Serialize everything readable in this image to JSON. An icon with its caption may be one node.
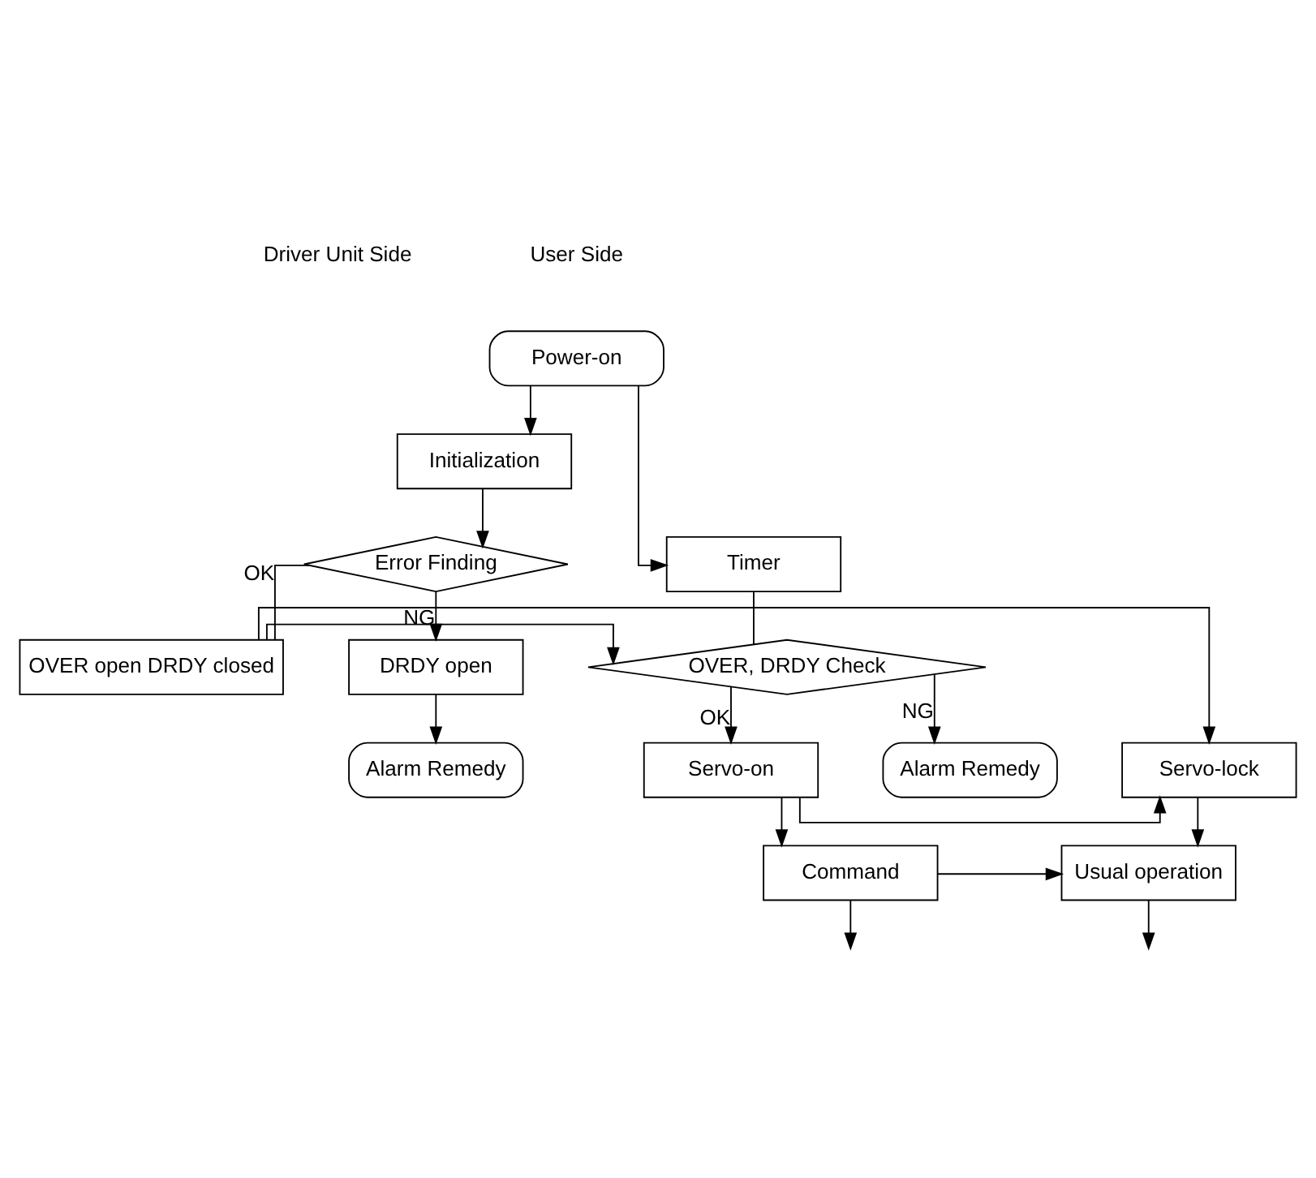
{
  "diagram": {
    "nodes": [
      {
        "text": [
          "Power-on"
        ]
      },
      {
        "text": [
          "Initialization"
        ]
      },
      {
        "text": [
          "Error Finding"
        ]
      },
      {
        "text": [
          "DRDY open"
        ]
      },
      {
        "text": [
          "Alarm Remedy"
        ]
      },
      {
        "text": [
          "OVER open DRDY closed"
        ]
      },
      {
        "text": [
          "Servo-lock"
        ]
      },
      {
        "text": [
          "Usual operation"
        ]
      },
      {
        "text": [
          "Timer"
        ]
      },
      {
        "text": [
          "OVER, DRDY Check"
        ]
      },
      {
        "text": [
          "Alarm Remedy"
        ]
      },
      {
        "text": [
          "Servo-on"
        ]
      },
      {
        "text": [
          "Command"
        ]
      }
    ],
    "edges": [
      {
        "from": 0,
        "to": 1,
        "arrow": "to"
      },
      {
        "from": 0,
        "to": 8,
        "arrow": "to"
      },
      {
        "from": 1,
        "to": 2,
        "arrow": "to"
      },
      {
        "from": 2,
        "to": 3,
        "label": "NG",
        "arrow": "to"
      },
      {
        "from": 3,
        "to": 4,
        "arrow": "to"
      },
      {
        "from": 2,
        "to": 5,
        "label": "OK",
        "arrow": "none"
      },
      {
        "from": 8,
        "to": 9,
        "arrow": "none"
      },
      {
        "from": 5,
        "to": 9,
        "arrow": "to"
      },
      {
        "from": 9,
        "to": 10,
        "label": "NG",
        "arrow": "to"
      },
      {
        "from": 9,
        "to": 11,
        "label": "OK",
        "arrow": "to"
      },
      {
        "from": 5,
        "to": 6,
        "arrow": "to"
      },
      {
        "from": 11,
        "to": 6,
        "arrow": "to"
      },
      {
        "from": 6,
        "to": 7,
        "arrow": "to"
      },
      {
        "from": 11,
        "to": 12,
        "arrow": "to"
      },
      {
        "from": 12,
        "to": 7,
        "arrow": "to"
      },
      {
        "from": 7,
        "to": null,
        "arrow": "to"
      },
      {
        "from": 12,
        "to": null,
        "arrow": "to"
      }
    ],
    "labels": [
      "Driver Unit Side",
      "User Side"
    ]
  }
}
